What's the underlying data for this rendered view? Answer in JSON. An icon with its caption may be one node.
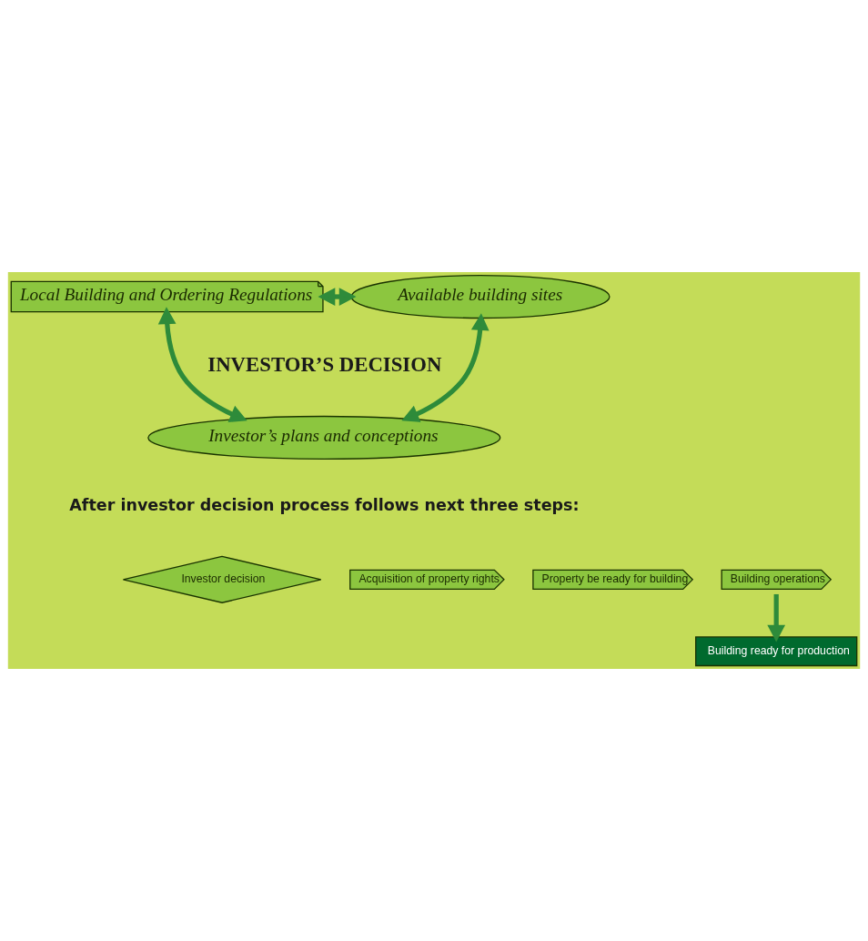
{
  "diagram": {
    "nodes": [
      {
        "text": [
          "Local Building and Ordering Regulations"
        ]
      },
      {
        "text": [
          "Available building sites"
        ]
      },
      {
        "text": [
          "Investor’s plans and conceptions"
        ]
      },
      {
        "text": [
          "Investor decision"
        ]
      },
      {
        "text": [
          "Acquisition of property rights"
        ]
      },
      {
        "text": [
          "Property be ready for building"
        ]
      },
      {
        "text": [
          "Building operations"
        ]
      },
      {
        "text": [
          "Building ready for production"
        ]
      }
    ],
    "edges": [
      {
        "from": 0,
        "to": 1,
        "arrow": "both"
      },
      {
        "from": 0,
        "to": 2,
        "arrow": "both"
      },
      {
        "from": 1,
        "to": 2,
        "arrow": "both"
      },
      {
        "from": 6,
        "to": 7,
        "arrow": "to"
      }
    ],
    "labels": [
      "INVESTOR’S DECISION",
      "After investor decision process follows next three steps:"
    ]
  }
}
